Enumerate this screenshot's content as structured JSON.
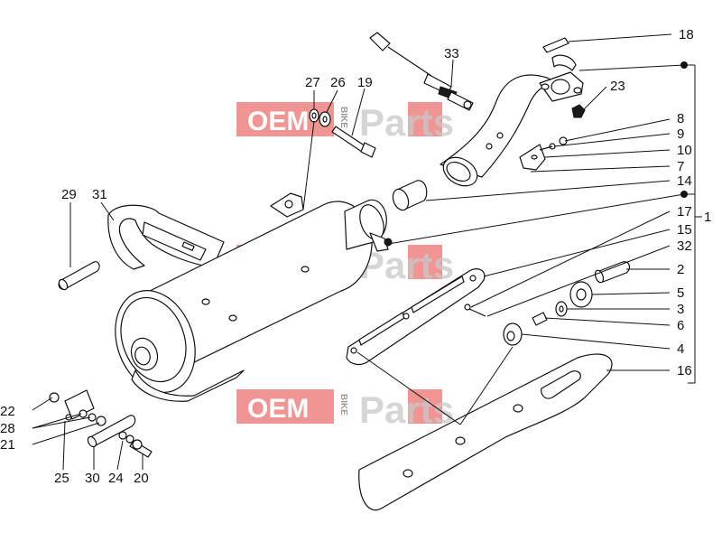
{
  "watermark": {
    "oem": "OEM",
    "bike": "BIKE",
    "parts": "Parts"
  },
  "callouts": {
    "c1": "1",
    "c2": "2",
    "c3": "3",
    "c4": "4",
    "c5": "5",
    "c6": "6",
    "c7": "7",
    "c8": "8",
    "c9": "9",
    "c10": "10",
    "c14": "14",
    "c15": "15",
    "c16": "16",
    "c17": "17",
    "c18": "18",
    "c19": "19",
    "c20": "20",
    "c21": "21",
    "c22": "22",
    "c23": "23",
    "c24": "24",
    "c25": "25",
    "c26": "26",
    "c27": "27",
    "c28": "28",
    "c29": "29",
    "c30": "30",
    "c31": "31",
    "c32": "32",
    "c33": "33"
  }
}
